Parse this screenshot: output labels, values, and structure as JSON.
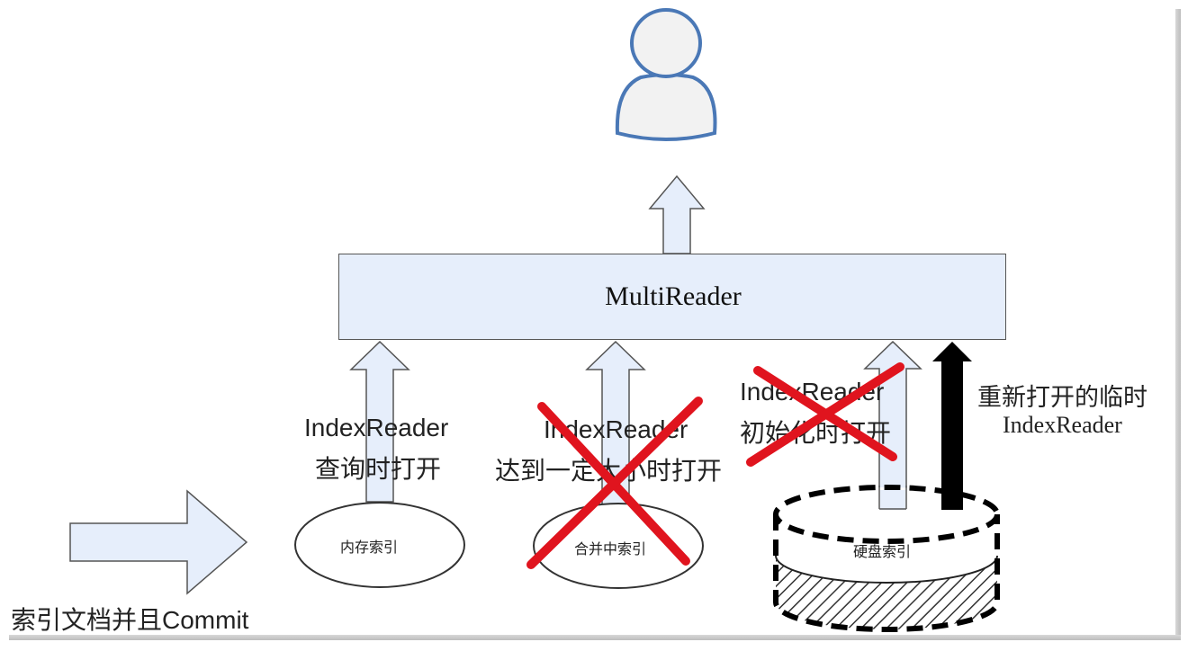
{
  "multireader": {
    "label": "MultiReader"
  },
  "input": {
    "label": "索引文档并且Commit"
  },
  "readers": [
    {
      "name": "IndexReader",
      "note": "查询时打开"
    },
    {
      "name": "IndexReader",
      "note": "达到一定大小时打开"
    },
    {
      "name": "IndexReader",
      "note": "初始化时打开"
    }
  ],
  "temp_reader": {
    "line1": "重新打开的临时",
    "line2": "IndexReader"
  },
  "indexes": {
    "memory": "内存索引",
    "merging": "合并中索引",
    "disk": "硬盘索引"
  },
  "colors": {
    "arrow_fill": "#e6eefb",
    "cross": "#e0141e",
    "user_outline": "#4a78b6"
  }
}
